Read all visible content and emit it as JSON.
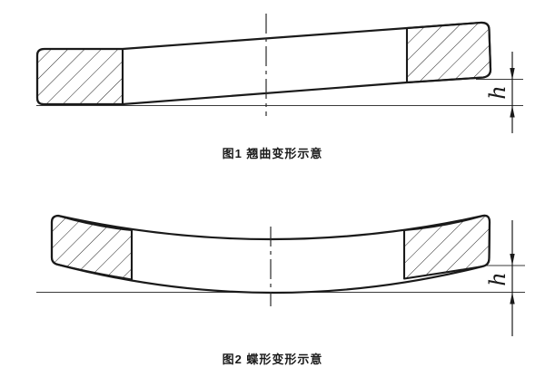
{
  "figure1": {
    "caption": "图1 翘曲变形示意",
    "dimension_label": "h"
  },
  "figure2": {
    "caption": "图2 蝶形变形示意",
    "dimension_label": "h"
  },
  "colors": {
    "outline": "#1a1a1a",
    "thin_line": "#3a3a3a",
    "background": "#ffffff"
  }
}
